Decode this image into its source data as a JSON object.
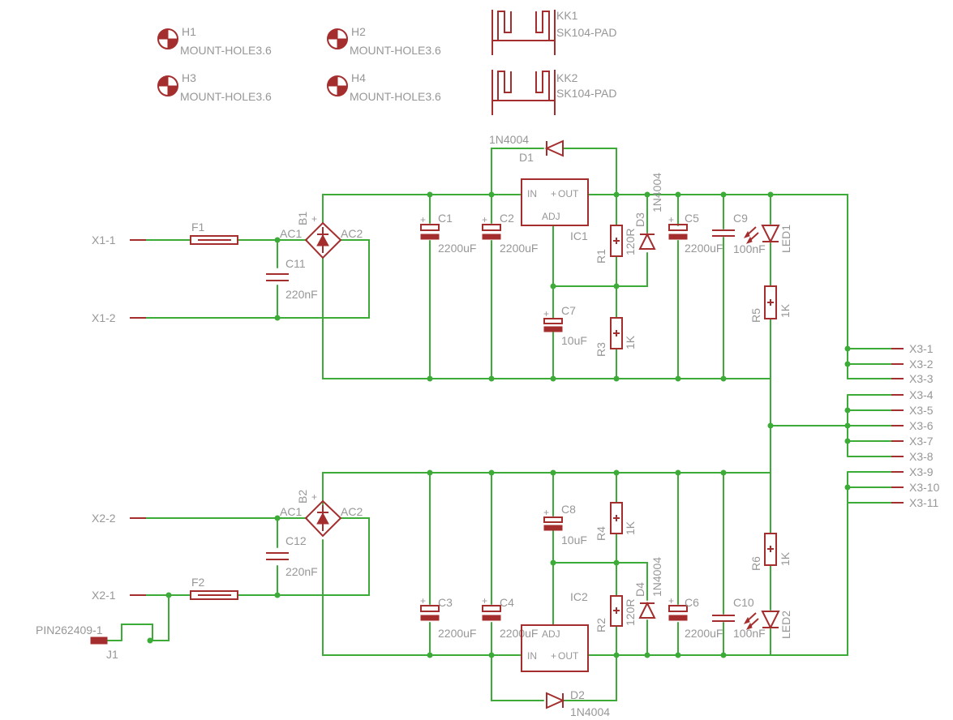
{
  "mount_holes": [
    {
      "ref": "H1",
      "value": "MOUNT-HOLE3.6"
    },
    {
      "ref": "H2",
      "value": "MOUNT-HOLE3.6"
    },
    {
      "ref": "H3",
      "value": "MOUNT-HOLE3.6"
    },
    {
      "ref": "H4",
      "value": "MOUNT-HOLE3.6"
    }
  ],
  "heatsinks": [
    {
      "ref": "KK1",
      "value": "SK104-PAD"
    },
    {
      "ref": "KK2",
      "value": "SK104-PAD"
    }
  ],
  "connectors": {
    "x1_1": "X1-1",
    "x1_2": "X1-2",
    "x2_1": "X2-1",
    "x2_2": "X2-2",
    "x3": [
      "X3-1",
      "X3-2",
      "X3-3",
      "X3-4",
      "X3-5",
      "X3-6",
      "X3-7",
      "X3-8",
      "X3-9",
      "X3-10",
      "X3-11"
    ],
    "j1_ref": "J1",
    "j1_value": "PIN262409-1"
  },
  "parts": {
    "f1": "F1",
    "f2": "F2",
    "b1": "B1",
    "b2": "B2",
    "ac1": "AC1",
    "ac2": "AC2",
    "plus": "+",
    "minus": "-",
    "c11": "C11",
    "c11_v": "220nF",
    "c12": "C12",
    "c12_v": "220nF",
    "c1": "C1",
    "c1_v": "2200uF",
    "c2": "C2",
    "c2_v": "2200uF",
    "c3": "C3",
    "c3_v": "2200uF",
    "c4": "C4",
    "c4_v": "2200uF",
    "c5": "C5",
    "c5_v": "2200uF",
    "c6": "C6",
    "c6_v": "2200uF",
    "c7": "C7",
    "c7_v": "10uF",
    "c8": "C8",
    "c8_v": "10uF",
    "c9": "C9",
    "c9_v": "100nF",
    "c10": "C10",
    "c10_v": "100nF",
    "ic1": "IC1",
    "ic2": "IC2",
    "pin_in": "IN",
    "pin_out": "OUT",
    "pin_adj": "ADJ",
    "r1": "R1",
    "r1_v": "120R",
    "r2": "R2",
    "r2_v": "120R",
    "r3": "R3",
    "r3_v": "1K",
    "r4": "R4",
    "r4_v": "1K",
    "r5": "R5",
    "r5_v": "1K",
    "r6": "R6",
    "r6_v": "1K",
    "d1": "D1",
    "d1_v": "1N4004",
    "d2": "D2",
    "d2_v": "1N4004",
    "d3": "D3",
    "d3_v": "1N4004",
    "d4": "D4",
    "d4_v": "1N4004",
    "led1": "LED1",
    "led2": "LED2"
  },
  "colors": {
    "wire": "#3cab38",
    "symbol": "#a42e2e",
    "label": "#979797",
    "background": "#ffffff"
  }
}
